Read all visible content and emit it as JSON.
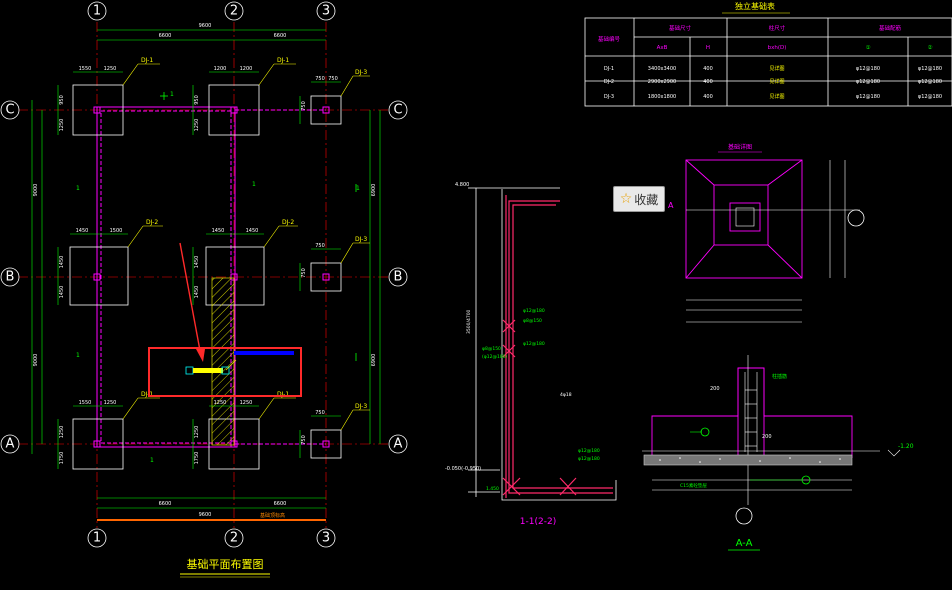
{
  "grid_labels": {
    "top": [
      "1",
      "2",
      "3"
    ],
    "bottom": [
      "1",
      "2",
      "3"
    ],
    "left": [
      "C",
      "B",
      "A"
    ],
    "right": [
      "C",
      "B",
      "A"
    ]
  },
  "plan": {
    "title": "基础平面布置图",
    "foundation_tags": [
      "DJ-1",
      "DJ-1",
      "DJ-3",
      "DJ-2",
      "DJ-2",
      "DJ-3",
      "DJ-1",
      "DJ-1",
      "DJ-3"
    ],
    "section_marks": [
      "1",
      "1",
      "1",
      "1",
      "1",
      "1"
    ]
  },
  "table": {
    "title": "独立基础表",
    "headers": {
      "col1": "基础编号",
      "col2": "基础尺寸",
      "col2a": "AxB",
      "col2b": "H",
      "col3": "柱尺寸",
      "col3a": "bxh(D)",
      "col4": "基础配筋",
      "col4a": "①",
      "col4b": "②"
    },
    "rows": [
      {
        "id": "DJ-1",
        "size": "3400x3400",
        "h": "400",
        "col": "见详图",
        "r1": "φ12@180",
        "r2": "φ12@180"
      },
      {
        "id": "DJ-2",
        "size": "2900x2900",
        "h": "400",
        "col": "见详图",
        "r1": "φ12@180",
        "r2": "φ12@180"
      },
      {
        "id": "DJ-3",
        "size": "1800x1800",
        "h": "400",
        "col": "见详图",
        "r1": "φ12@180",
        "r2": "φ12@180"
      }
    ]
  },
  "section_view": {
    "caption": "1-1(2-2)",
    "top_level": "4.800",
    "bottom_level": "-0.050(-0.950)",
    "base_level": "-1.450"
  },
  "aa_view": {
    "caption": "A-A",
    "plan_title": "基础详图",
    "mark_a": "A",
    "depth_label": "-1.20"
  },
  "favorite_button": {
    "icon": "star-icon",
    "label": "收藏"
  }
}
